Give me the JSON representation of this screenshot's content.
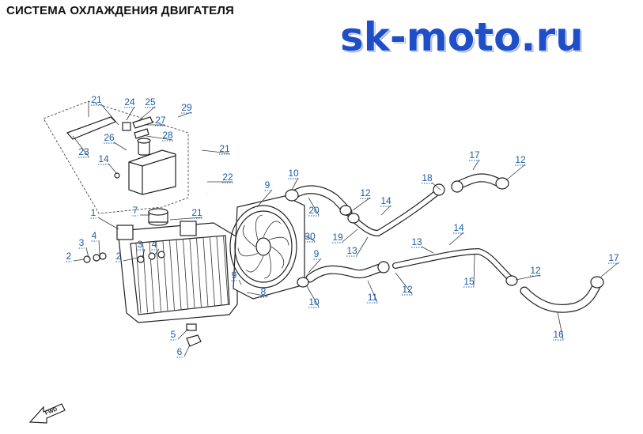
{
  "header": {
    "title": "СИСТЕМА ОХЛАЖДЕНИЯ ДВИГАТЕЛЯ"
  },
  "watermark": {
    "text": "sk-moto.ru"
  },
  "fwd_marker": {
    "text": "FWD"
  },
  "colors": {
    "callout": "#1a5ea8",
    "logo_fill": "#1e4fc8",
    "line": "#222222"
  },
  "callouts": [
    "21",
    "24",
    "25",
    "29",
    "27",
    "26",
    "28",
    "23",
    "14",
    "21",
    "22",
    "1",
    "7",
    "21",
    "2",
    "3",
    "4",
    "3",
    "4",
    "2",
    "9",
    "10",
    "20",
    "12",
    "14",
    "19",
    "13",
    "30",
    "9",
    "10",
    "8",
    "9",
    "11",
    "12",
    "18",
    "17",
    "12",
    "13",
    "14",
    "15",
    "12",
    "17",
    "16",
    "5",
    "6"
  ]
}
